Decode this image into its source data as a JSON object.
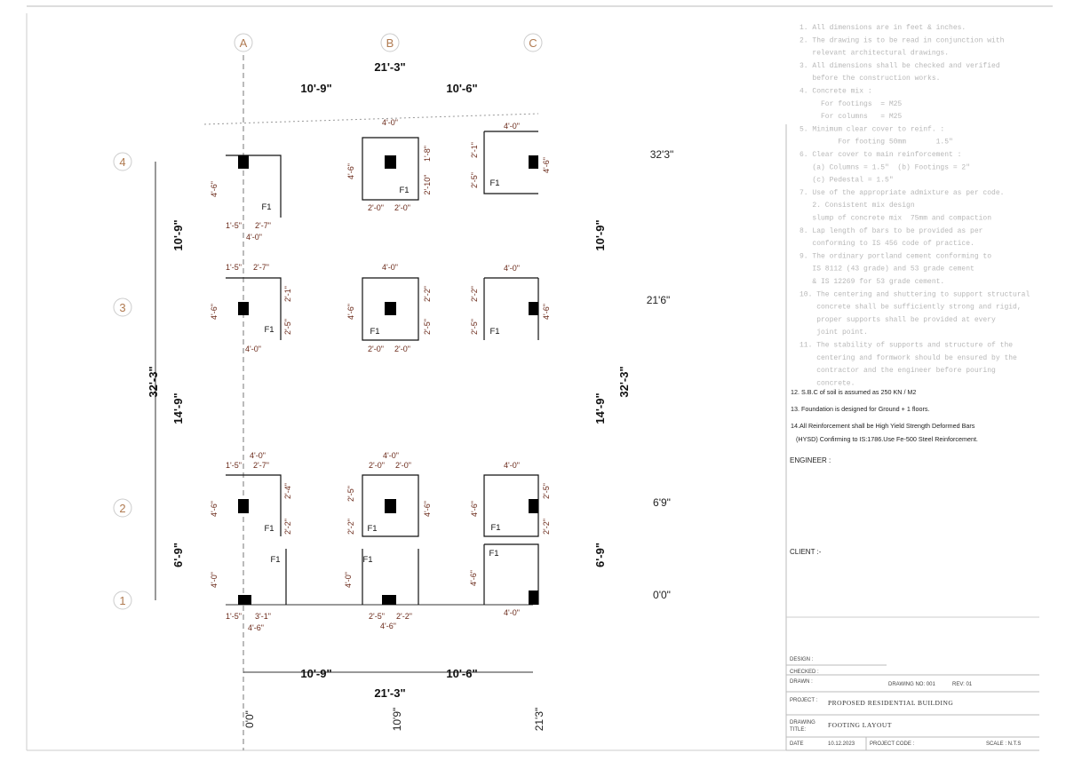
{
  "grid": {
    "columns": [
      "A",
      "B",
      "C"
    ],
    "rows": [
      "4",
      "3",
      "2",
      "1"
    ]
  },
  "top_dims": {
    "total": "21'-3\"",
    "ab": "10'-9\"",
    "bc": "10'-6\""
  },
  "bottom_dims": {
    "total": "21'-3\"",
    "ab": "10'-9\"",
    "bc": "10'-6\"",
    "lvl_a": "0'0\"",
    "lvl_b": "10'9\"",
    "lvl_c": "21'3\""
  },
  "left_dims": {
    "total": "32'-3\"",
    "r43": "10'-9\"",
    "r32": "14'-9\"",
    "r21": "6'-9\""
  },
  "right_dims": {
    "total": "32'-3\"",
    "r43": "10'-9\"",
    "r32": "14'-9\"",
    "r21": "6'-9\""
  },
  "levels": {
    "r4": "32'3\"",
    "r3": "21'6\"",
    "r2": "6'9\"",
    "r1": "0'0\""
  },
  "footing_dims": {
    "A4": [
      "4'-6\"",
      "F1",
      "1'-5\"",
      "2'-7\"",
      "4'-0\""
    ],
    "B4": [
      "4'-0\"",
      "4'-6\"",
      "1'-8\"",
      "2'-10\"",
      "F1",
      "2'-0\"",
      "2'-0\""
    ],
    "C4": [
      "4'-0\"",
      "2'-1\"",
      "2'-5\"",
      "4'-6\"",
      "F1"
    ],
    "A3": [
      "1'-5\"",
      "2'-7\"",
      "4'-6\"",
      "2'-1\"",
      "2'-5\"",
      "F1",
      "4'-0\""
    ],
    "B3": [
      "4'-0\"",
      "4'-6\"",
      "2'-2\"",
      "2'-5\"",
      "F1",
      "2'-0\"",
      "2'-0\""
    ],
    "C3": [
      "4'-0\"",
      "2'-2\"",
      "2'-5\"",
      "4'-6\"",
      "F1"
    ],
    "A2": [
      "4'-0\"",
      "1'-5\"",
      "2'-7\"",
      "2'-4\"",
      "2'-2\"",
      "4'-6\"",
      "F1"
    ],
    "B2": [
      "4'-0\"",
      "2'-0\"",
      "2'-0\"",
      "2'-5\"",
      "2'-2\"",
      "4'-6\"",
      "F1"
    ],
    "C2": [
      "4'-0\"",
      "4'-6\"",
      "2'-5\"",
      "2'-2\"",
      "F1"
    ],
    "A1": [
      "F1",
      "4'-0\"",
      "1'-5\"",
      "3'-1\"",
      "4'-6\""
    ],
    "B1": [
      "F1",
      "4'-0\"",
      "2'-5\"",
      "2'-2\"",
      "4'-6\""
    ],
    "C1": [
      "F1",
      "4'-6\"",
      "4'-0\""
    ]
  },
  "notes_faint": [
    "1. All dimensions are in feet & inches.",
    "2. The drawing is to be read in conjunction with",
    "   relevant architectural drawings.",
    "3. All dimensions shall be checked and verified",
    "   before the construction works.",
    "4. Concrete mix :",
    "     For footings  = M25",
    "     For columns   = M25",
    "5. Minimum clear cover to reinf. :",
    "         For footing 50mm       1.5\"",
    "6. Clear cover to main reinforcement :",
    "   (a) Columns = 1.5\"  (b) Footings = 2\"",
    "   (c) Pedestal = 1.5\"",
    "7. Use of the appropriate admixture as per code.",
    "   2. Consistent mix design",
    "   slump of concrete mix  75mm and compaction",
    "8. Lap length of bars to be provided as per",
    "   conforming to IS 456 code of practice.",
    "9. The ordinary portland cement conforming to",
    "   IS 8112 (43 grade) and 53 grade cement",
    "   & IS 12269 for 53 grade cement.",
    "10. The centering and shuttering to support structural",
    "    concrete shall be sufficiently strong and rigid,",
    "    proper supports shall be provided at every",
    "    joint point.",
    "11. The stability of supports and structure of the",
    "    centering and formwork should be ensured by the",
    "    contractor and the engineer before pouring",
    "    concrete."
  ],
  "notes": [
    "12. S.B.C of soil is assumed as 250 KN / M2",
    "13. Foundation is designed for Ground + 1 floors.",
    "14.All Reinforcement shall be High Yield Strength Deformed Bars",
    "(HYSD)  Confirming to IS:1786.Use Fe-500 Steel Reinforcement."
  ],
  "engineer_label": "ENGINEER :",
  "client_label": "CLIENT :-",
  "title_block": {
    "design_label": "DESIGN :",
    "checked_label": "CHECKED :",
    "drawn_label": "DRAWN :",
    "drawing_no": "DRAWING NO: 001",
    "rev": "REV: 01",
    "project_label": "PROJECT :",
    "project": "PROPOSED RESIDENTIAL BUILDING",
    "drawing_title_label_1": "DRAWING",
    "drawing_title_label_2": "TITLE:",
    "drawing_title": "FOOTING LAYOUT",
    "date_label": "DATE",
    "date": "10.12.2023",
    "project_code": "PROJECT CODE :",
    "scale": "SCALE : N.T.S"
  }
}
